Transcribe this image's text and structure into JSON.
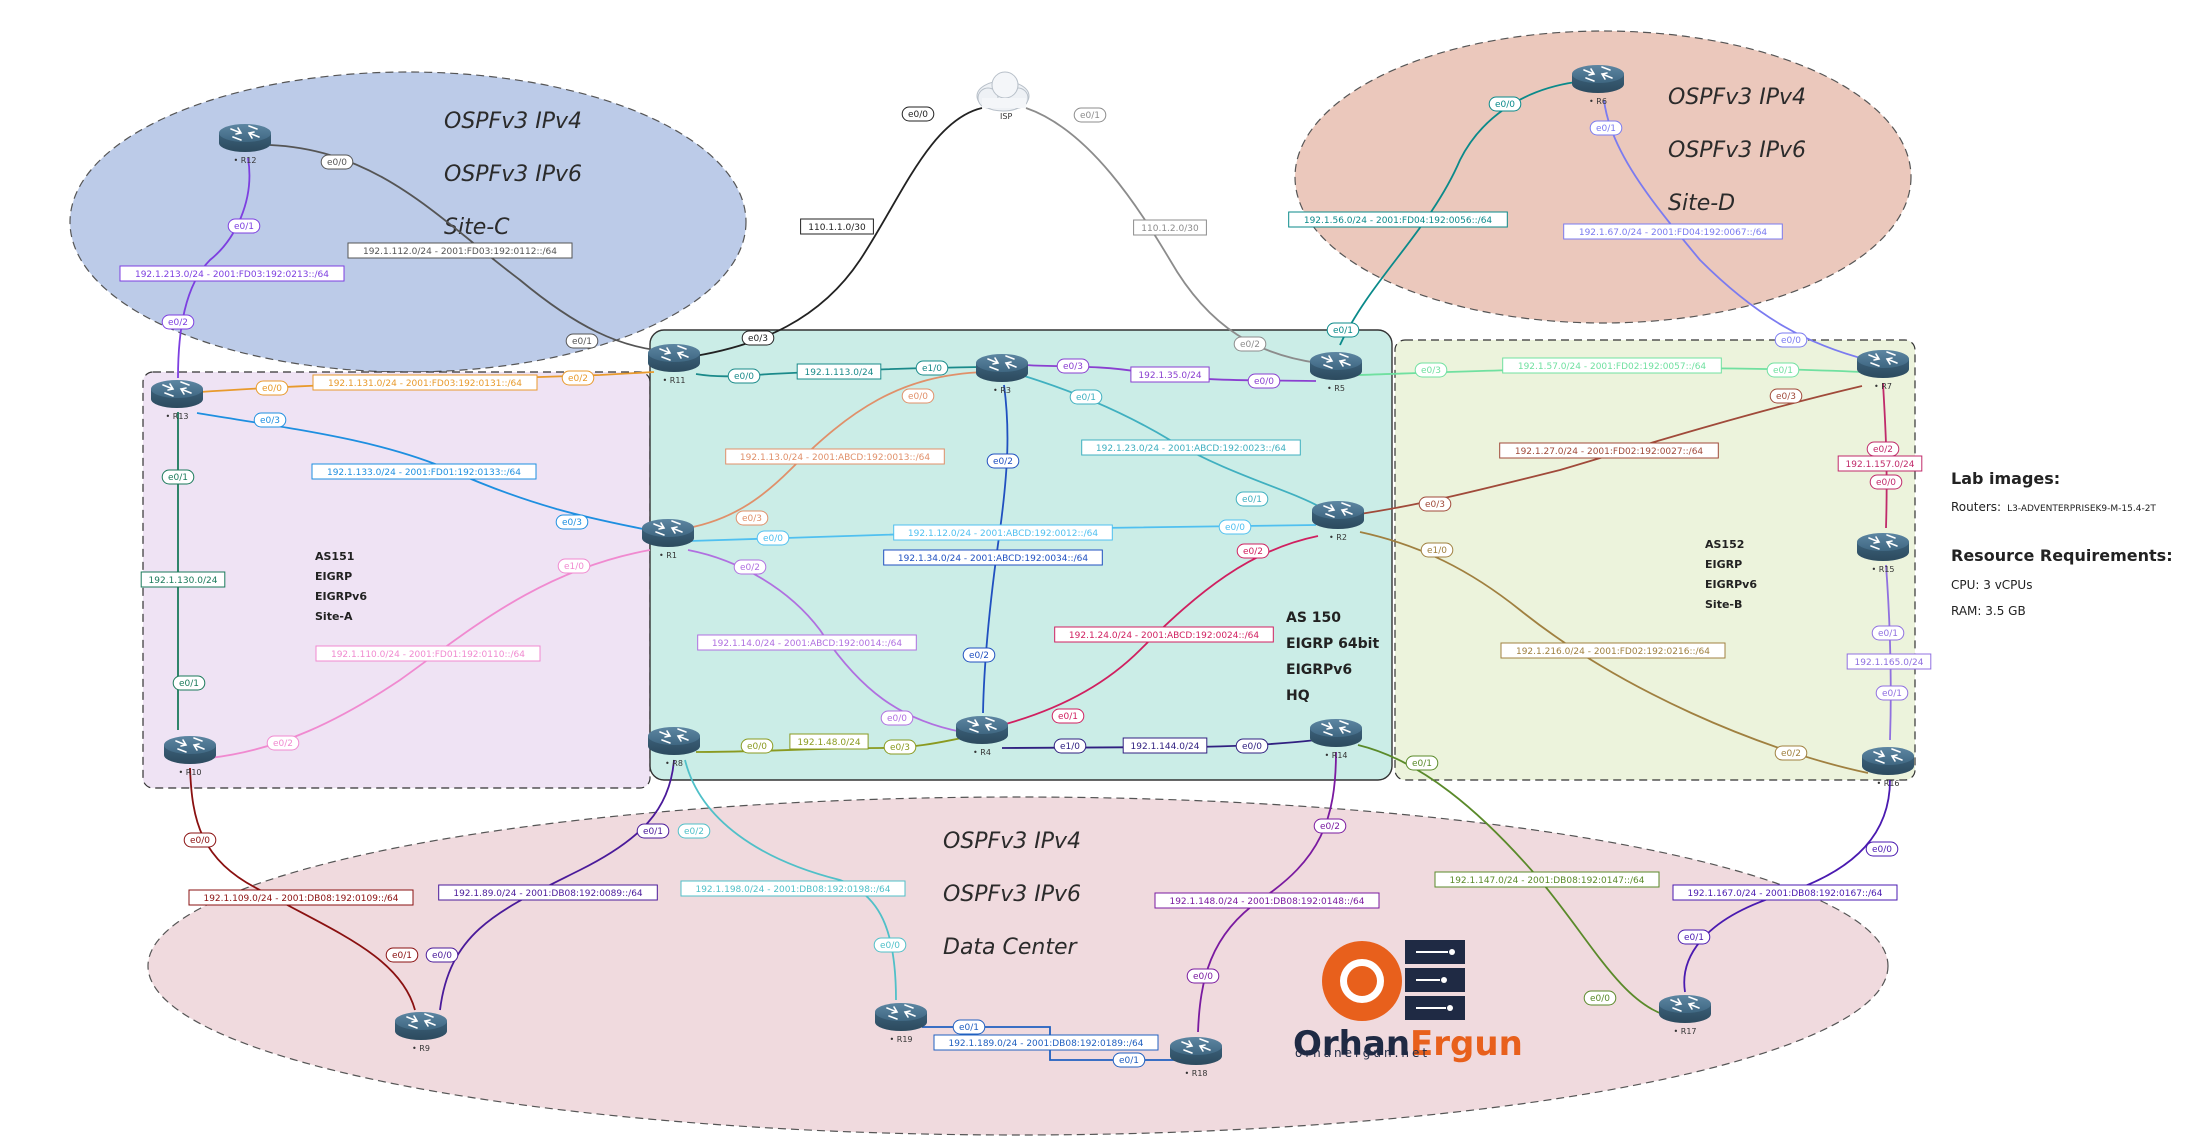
{
  "areas": {
    "site_c": [
      "OSPFv3 IPv4",
      "OSPFv3 IPv6",
      "Site-C"
    ],
    "site_d": [
      "OSPFv3 IPv4",
      "OSPFv3 IPv6",
      "Site-D"
    ],
    "data_center": [
      "OSPFv3 IPv4",
      "OSPFv3 IPv6",
      "Data Center"
    ],
    "site_a": [
      "AS151",
      "EIGRP",
      "EIGRPv6",
      "Site-A"
    ],
    "site_b": [
      "AS152",
      "EIGRP",
      "EIGRPv6",
      "Site-B"
    ],
    "hq": [
      "AS 150",
      "EIGRP 64bit",
      "EIGRPv6",
      "HQ"
    ]
  },
  "cloud_label": "ISP",
  "routers": {
    "R1": "R1",
    "R2": "R2",
    "R3": "R3",
    "R4": "R4",
    "R5": "R5",
    "R6": "R6",
    "R7": "R7",
    "R8": "R8",
    "R9": "R9",
    "R10": "R10",
    "R11": "R11",
    "R12": "R12",
    "R13": "R13",
    "R14": "R14",
    "R15": "R15",
    "R16": "R16",
    "R17": "R17",
    "R18": "R18",
    "R19": "R19"
  },
  "links": [
    {
      "id": "isp-r11",
      "color": "#222222",
      "subnet": "110.1.1.0/30",
      "if_a": "e0/0",
      "if_b": "e0/3"
    },
    {
      "id": "isp-r5",
      "color": "#8c8c8c",
      "subnet": "110.1.2.0/30",
      "if_a": "e0/1",
      "if_b": "e0/2"
    },
    {
      "id": "r12-r11",
      "color": "#555555",
      "subnet": "192.1.112.0/24 - 2001:FD03:192:0112::/64",
      "if_a": "e0/0",
      "if_b": "e0/1"
    },
    {
      "id": "r12-r13",
      "color": "#7d3fe0",
      "subnet": "192.1.213.0/24 - 2001:FD03:192:0213::/64",
      "if_a": "e0/1",
      "if_b": "e0/2"
    },
    {
      "id": "r6-r5",
      "color": "#0a8a8a",
      "subnet": "192.1.56.0/24 - 2001:FD04:192:0056::/64",
      "if_a": "e0/0",
      "if_b": "e0/1"
    },
    {
      "id": "r6-r7",
      "color": "#7b7bf0",
      "subnet": "192.1.67.0/24 - 2001:FD04:192:0067::/64",
      "if_a": "e0/1",
      "if_b": "e0/0"
    },
    {
      "id": "r13-r11",
      "color": "#e89a2c",
      "subnet": "192.1.131.0/24 - 2001:FD03:192:0131::/64",
      "if_a": "e0/0",
      "if_b": "e0/2"
    },
    {
      "id": "r13-r1",
      "color": "#1e8fe0",
      "subnet": "192.1.133.0/24 - 2001:FD01:192:0133::/64",
      "if_a": "e0/3",
      "if_b": "e0/3"
    },
    {
      "id": "r13-r10",
      "color": "#1a7a5a",
      "subnet": "192.1.130.0/24",
      "if_a": "e0/1",
      "if_b": "e0/1"
    },
    {
      "id": "r10-r1",
      "color": "#f08ad0",
      "subnet": "192.1.110.0/24 - 2001:FD01:192:0110::/64",
      "if_a": "e0/2",
      "if_b": "e1/0"
    },
    {
      "id": "r11-r3",
      "color": "#1a8a8a",
      "subnet": "192.1.113.0/24",
      "if_a": "e0/0",
      "if_b": "e1/0"
    },
    {
      "id": "r3-r5",
      "color": "#8a3fd0",
      "subnet": "192.1.35.0/24",
      "if_a": "e0/3",
      "if_b": "e0/0"
    },
    {
      "id": "r1-r3",
      "color": "#e0906a",
      "subnet": "192.1.13.0/24 - 2001:ABCD:192:0013::/64",
      "if_a": "e0/3",
      "if_b": "e0/0"
    },
    {
      "id": "r3-r2",
      "color": "#40b0c0",
      "subnet": "192.1.23.0/24 - 2001:ABCD:192:0023::/64",
      "if_a": "e0/1",
      "if_b": "e0/1"
    },
    {
      "id": "r3-r4",
      "color": "#2050c0",
      "subnet": "192.1.34.0/24 - 2001:ABCD:192:0034::/64",
      "if_a": "e0/2",
      "if_b": "e0/2"
    },
    {
      "id": "r1-r2",
      "color": "#50c0f0",
      "subnet": "192.1.12.0/24 - 2001:ABCD:192:0012::/64",
      "if_a": "e0/0",
      "if_b": "e0/0"
    },
    {
      "id": "r1-r4",
      "color": "#b070e0",
      "subnet": "192.1.14.0/24 - 2001:ABCD:192:0014::/64",
      "if_a": "e0/2",
      "if_b": "e0/0"
    },
    {
      "id": "r4-r2",
      "color": "#d02060",
      "subnet": "192.1.24.0/24 - 2001:ABCD:192:0024::/64",
      "if_a": "e0/1",
      "if_b": "e0/2"
    },
    {
      "id": "r8-r4",
      "color": "#8a9a20",
      "subnet": "192.1.48.0/24",
      "if_a": "e0/0",
      "if_b": "e0/3"
    },
    {
      "id": "r4-r14",
      "color": "#302080",
      "subnet": "192.1.144.0/24",
      "if_a": "e1/0",
      "if_b": "e0/0"
    },
    {
      "id": "r5-r7",
      "color": "#70e0a0",
      "subnet": "192.1.57.0/24 - 2001:FD02:192:0057::/64",
      "if_a": "e0/3",
      "if_b": "e0/1"
    },
    {
      "id": "r2-r7",
      "color": "#a04a3a",
      "subnet": "192.1.27.0/24 - 2001:FD02:192:0027::/64",
      "if_a": "e0/3",
      "if_b": "e0/3"
    },
    {
      "id": "r7-r15",
      "color": "#c02a6a",
      "subnet": "192.1.157.0/24",
      "if_a": "e0/2",
      "if_b": "e0/0"
    },
    {
      "id": "r15-r16",
      "color": "#9070e0",
      "subnet": "192.1.165.0/24",
      "if_a": "e0/1",
      "if_b": "e0/1"
    },
    {
      "id": "r2-r16",
      "color": "#a08040",
      "subnet": "192.1.216.0/24 - 2001:FD02:192:0216::/64",
      "if_a": "e1/0",
      "if_b": "e0/2"
    },
    {
      "id": "r10-r9",
      "color": "#8a1010",
      "subnet": "192.1.109.0/24 - 2001:DB08:192:0109::/64",
      "if_a": "e0/0",
      "if_b": "e0/1"
    },
    {
      "id": "r8-r9",
      "color": "#4a1a9a",
      "subnet": "192.1.89.0/24 - 2001:DB08:192:0089::/64",
      "if_a": "e0/1",
      "if_b": "e0/0"
    },
    {
      "id": "r8-r19",
      "color": "#50c0c8",
      "subnet": "192.1.198.0/24 - 2001:DB08:192:0198::/64",
      "if_a": "e0/2",
      "if_b": "e0/0"
    },
    {
      "id": "r19-r18",
      "color": "#2060c0",
      "subnet": "192.1.189.0/24 - 2001:DB08:192:0189::/64",
      "if_a": "e0/1",
      "if_b": "e0/1"
    },
    {
      "id": "r14-r18",
      "color": "#7a1aa0",
      "subnet": "192.1.148.0/24 - 2001:DB08:192:0148::/64",
      "if_a": "e0/2",
      "if_b": "e0/0"
    },
    {
      "id": "r14-r17",
      "color": "#5a8a2a",
      "subnet": "192.1.147.0/24 - 2001:DB08:192:0147::/64",
      "if_a": "e0/1",
      "if_b": "e0/0"
    },
    {
      "id": "r16-r17",
      "color": "#4a1ab0",
      "subnet": "192.1.167.0/24 - 2001:DB08:192:0167::/64",
      "if_a": "e0/0",
      "if_b": "e0/1"
    }
  ],
  "info": {
    "lab_images_title": "Lab images:",
    "routers_label": "Routers:",
    "routers_image": "L3-ADVENTERPRISEK9-M-15.4-2T",
    "resources_title": "Resource Requirements:",
    "cpu": "CPU: 3 vCPUs",
    "ram": "RAM: 3.5 GB"
  },
  "logo": {
    "brand_part1": "Orhan",
    "brand_part2": "Ergun",
    "url": "orhanergun.net",
    "colors": {
      "orange": "#e8601c",
      "navy": "#1f2a44"
    }
  },
  "colors": {
    "site_c_fill": "#bccbe8",
    "site_d_fill": "#ebc8bc",
    "dc_fill": "#f0dade",
    "site_a_fill": "#efe3f4",
    "site_b_fill": "#ecf3dc",
    "hq_fill": "#cbede7"
  }
}
